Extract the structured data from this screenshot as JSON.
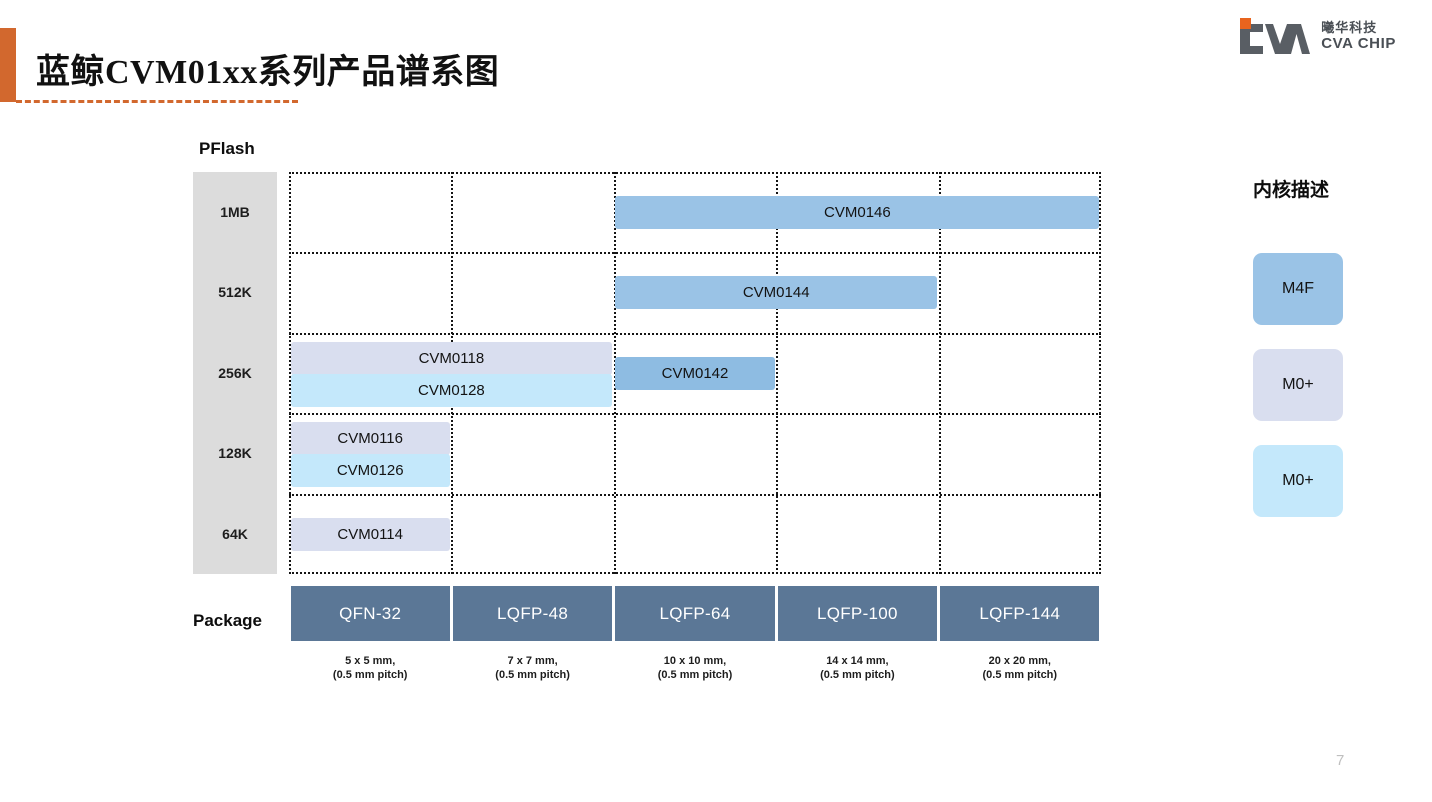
{
  "header": {
    "title": "蓝鲸CVM01xx系列产品谱系图",
    "accent_color": "#D2682E"
  },
  "logo": {
    "name_cn": "曦华科技",
    "name_en": "CVA CHIP",
    "mark_text": "CVA",
    "mark_color": "#595E64",
    "accent_color": "#E8641E"
  },
  "axes": {
    "y_title": "PFlash",
    "x_title": "Package"
  },
  "legend": {
    "title": "内核描述",
    "items": [
      {
        "label": "M4F",
        "color": "#9AC3E6"
      },
      {
        "label": "M0+",
        "color": "#D9DEEF"
      },
      {
        "label": "M0+",
        "color": "#C4E8FB"
      }
    ]
  },
  "footer": {
    "page_number": "7"
  },
  "chart_data": {
    "type": "bar",
    "title": "蓝鲸CVM01xx系列产品谱系图",
    "xlabel": "Package",
    "ylabel": "PFlash",
    "grid": "dotted",
    "legend_position": "right",
    "categories": [
      "QFN-32",
      "LQFP-48",
      "LQFP-64",
      "LQFP-100",
      "LQFP-144"
    ],
    "category_details": [
      {
        "package": "QFN-32",
        "size": "5 x 5 mm,",
        "pitch": "(0.5 mm pitch)"
      },
      {
        "package": "LQFP-48",
        "size": "7 x 7 mm,",
        "pitch": "(0.5 mm pitch)"
      },
      {
        "package": "LQFP-64",
        "size": "10 x 10 mm,",
        "pitch": "(0.5 mm pitch)"
      },
      {
        "package": "LQFP-100",
        "size": "14 x 14 mm,",
        "pitch": "(0.5 mm pitch)"
      },
      {
        "package": "LQFP-144",
        "size": "20 x 20 mm,",
        "pitch": "(0.5 mm pitch)"
      }
    ],
    "y_categories": [
      "1MB",
      "512K",
      "256K",
      "128K",
      "64K"
    ],
    "products": [
      {
        "name": "CVM0146",
        "flash": "1MB",
        "core": "M4F",
        "color": "#9AC3E6",
        "package_from": "LQFP-64",
        "package_to": "LQFP-144"
      },
      {
        "name": "CVM0144",
        "flash": "512K",
        "core": "M4F",
        "color": "#9AC3E6",
        "package_from": "LQFP-64",
        "package_to": "LQFP-100"
      },
      {
        "name": "CVM0118",
        "flash": "256K",
        "core": "M0+",
        "color": "#D9DEEF",
        "package_from": "QFN-32",
        "package_to": "LQFP-48"
      },
      {
        "name": "CVM0128",
        "flash": "256K",
        "core": "M0+",
        "color": "#C4E8FB",
        "package_from": "QFN-32",
        "package_to": "LQFP-48"
      },
      {
        "name": "CVM0142",
        "flash": "256K",
        "core": "M4F",
        "color": "#8EBCE2",
        "package_from": "LQFP-64",
        "package_to": "LQFP-64"
      },
      {
        "name": "CVM0116",
        "flash": "128K",
        "core": "M0+",
        "color": "#D9DEEF",
        "package_from": "QFN-32",
        "package_to": "QFN-32"
      },
      {
        "name": "CVM0126",
        "flash": "128K",
        "core": "M0+",
        "color": "#C4E8FB",
        "package_from": "QFN-32",
        "package_to": "QFN-32"
      },
      {
        "name": "CVM0114",
        "flash": "64K",
        "core": "M0+",
        "color": "#D9DEEF",
        "package_from": "QFN-32",
        "package_to": "QFN-32"
      }
    ]
  }
}
